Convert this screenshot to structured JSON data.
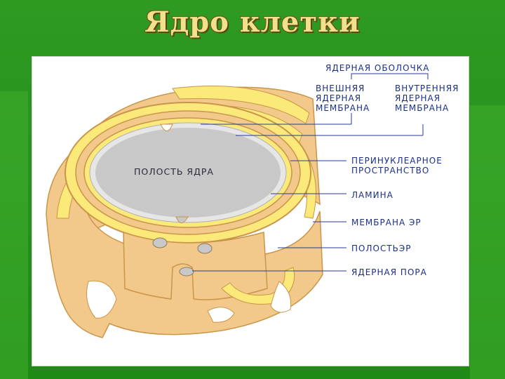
{
  "slide": {
    "title": "Ядро клетки"
  },
  "diagram": {
    "labels": {
      "nuclear_envelope": "ЯДЕРНАЯ ОБОЛОЧКА",
      "outer_membrane": "ВНЕШНЯЯ\nЯДЕРНАЯ\nМЕМБРАНА",
      "inner_membrane": "ВНУТРЕННЯЯ\nЯДЕРНАЯ\nМЕМБРАНА",
      "perinuclear_space": "ПЕРИНУКЛЕАРНОЕ\nПРОСТРАНСТВО",
      "lamina": "ЛАМИНА",
      "er_membrane": "МЕМБРАНА ЭР",
      "er_lumen": "ПОЛОСТЬЭР",
      "nuclear_pore": "ЯДЕРНАЯ ПОРА",
      "nucleus_cavity": "ПОЛОСТЬ ЯДРА"
    },
    "colors": {
      "membrane_fill": "#f2c98a",
      "membrane_edge": "#c9954a",
      "lumen_yellow": "#fbe97a",
      "nucleoplasm": "#c8c8c8",
      "leader_line": "#2a3a9a",
      "label_text": "#1a2f8a",
      "background_green": "#2e9a22",
      "title_text": "#f3e08c"
    }
  }
}
